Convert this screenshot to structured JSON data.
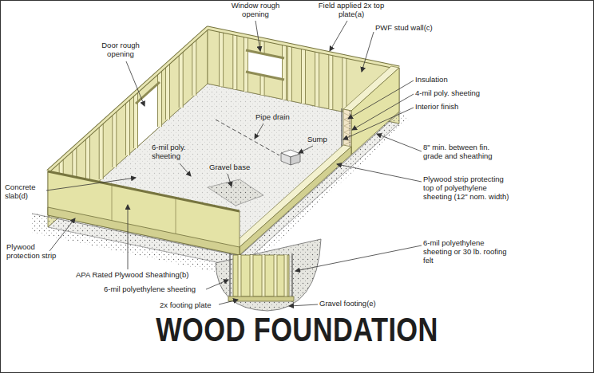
{
  "diagram": {
    "title": "WOOD FOUNDATION",
    "labels": [
      "Window rough opening",
      "Field applied 2x top plate(a)",
      "PWF stud wall(c)",
      "Insulation",
      "4-mil poly. sheeting",
      "Door rough opening",
      "Pipe drain",
      "Interior finish",
      "6-mil poly. sheeting",
      "Sump",
      "Gravel base",
      "8\" min. between fin. grade and sheathing",
      "Concrete slab(d)",
      "Plywood protection strip",
      "APA Rated Plywood Sheathing(b)",
      "Plywood strip protecting top of polyethylene sheeting (12\" nom. width)",
      "6-mil polyethylene sheeting",
      "6-mil polyethylene sheeting or 30 lb. roofing felt",
      "2x footing plate",
      "Gravel footing(e)"
    ]
  }
}
